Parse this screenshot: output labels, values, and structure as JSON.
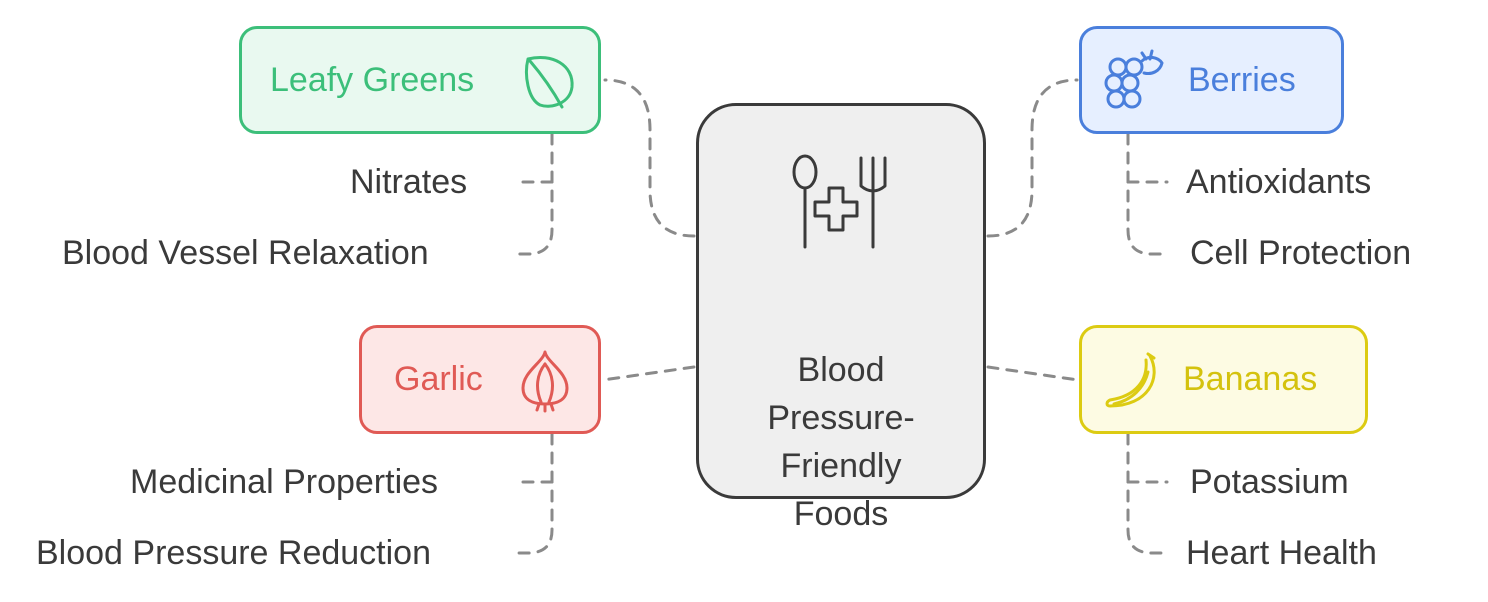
{
  "center": {
    "title_lines": [
      "Blood",
      "Pressure-",
      "Friendly",
      "Foods"
    ],
    "icon": "spoon-fork-medical-cross-icon"
  },
  "categories": [
    {
      "label": "Leafy Greens",
      "icon": "leaf-icon",
      "color": "#3cbf7a",
      "fill": "#e9f9f0",
      "items": [
        "Nitrates",
        "Blood Vessel Relaxation"
      ]
    },
    {
      "label": "Berries",
      "icon": "berries-icon",
      "color": "#4a7fdc",
      "fill": "#e6efff",
      "items": [
        "Antioxidants",
        "Cell Protection"
      ]
    },
    {
      "label": "Garlic",
      "icon": "garlic-icon",
      "color": "#e05a55",
      "fill": "#fde7e6",
      "items": [
        "Medicinal Properties",
        "Blood Pressure Reduction"
      ]
    },
    {
      "label": "Bananas",
      "icon": "banana-icon",
      "color": "#dccb12",
      "fill": "#fdfbe3",
      "items": [
        "Potassium",
        "Heart Health"
      ]
    }
  ]
}
